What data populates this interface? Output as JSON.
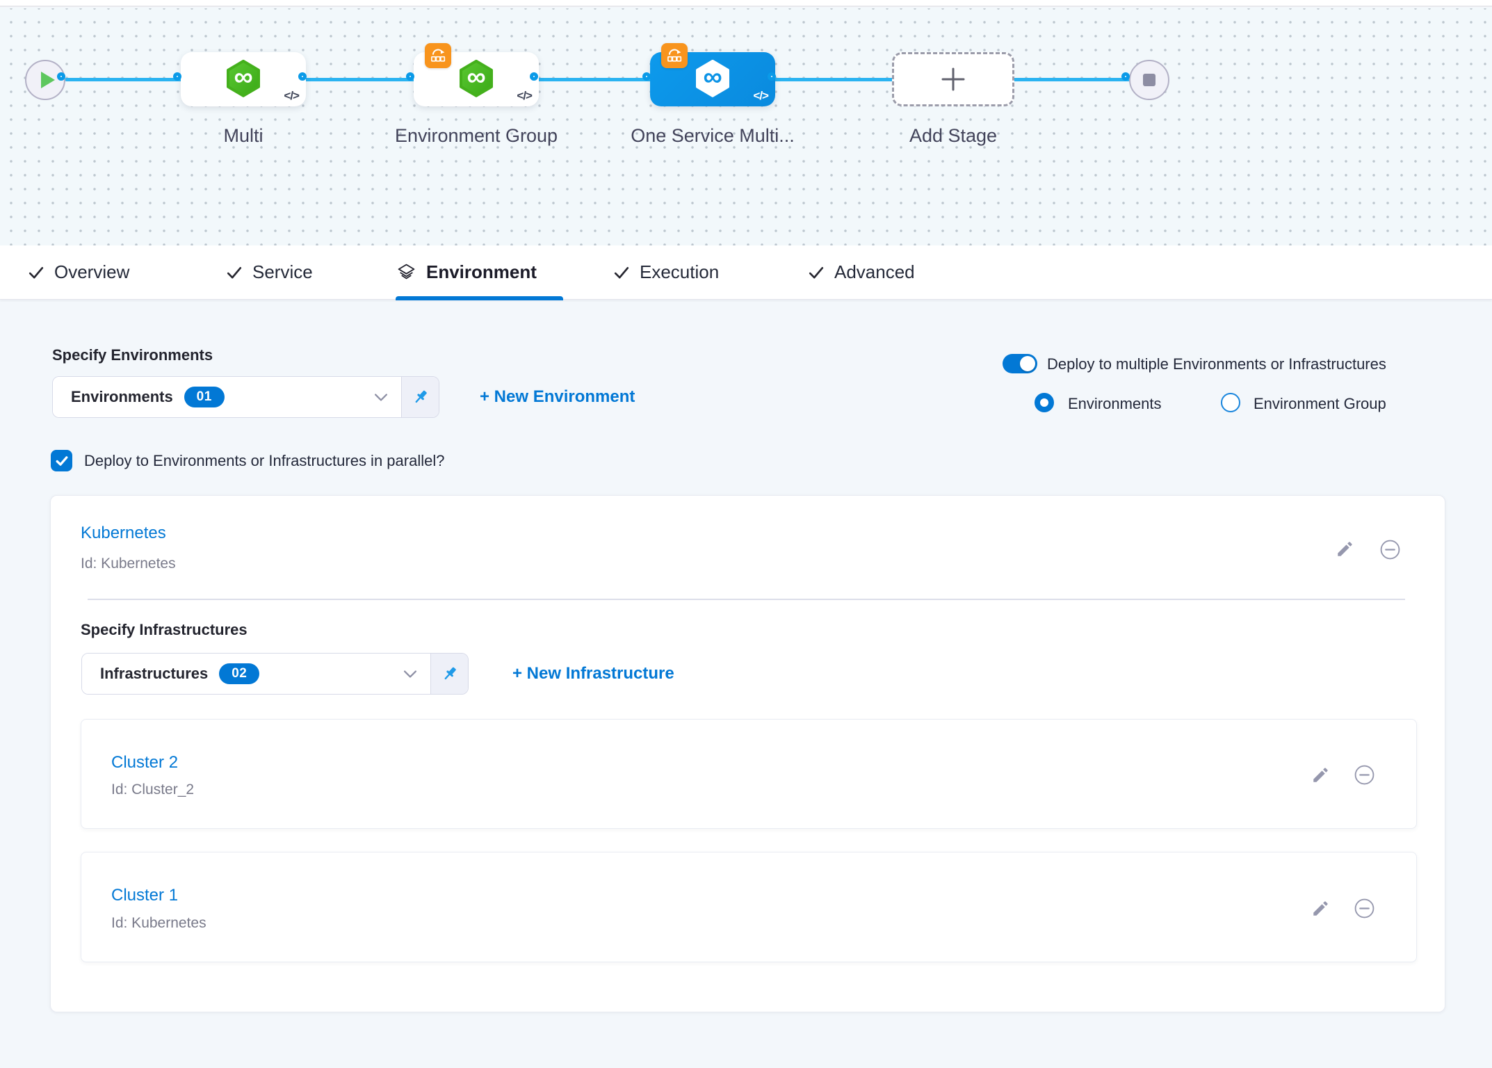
{
  "colors": {
    "primary": "#0278d5",
    "connector": "#2ab3f1",
    "node_selected": "#0b93e6",
    "stage_green": "#48b51f",
    "badge_orange": "#f8941d",
    "icon_grey": "#9597ad"
  },
  "pipeline": {
    "stages": [
      {
        "name": "Multi"
      },
      {
        "name": "Environment Group"
      },
      {
        "name": "One Service Multi..."
      }
    ],
    "add_stage_label": "Add Stage",
    "code_glyph": "</>",
    "infinity_glyph": "∞"
  },
  "tabs": {
    "items": [
      {
        "label": "Overview"
      },
      {
        "label": "Service"
      },
      {
        "label": "Environment"
      },
      {
        "label": "Execution"
      },
      {
        "label": "Advanced"
      }
    ]
  },
  "environment": {
    "specify_environments_label": "Specify Environments",
    "environments_select": {
      "value": "Environments",
      "count": "01"
    },
    "new_environment_label": "+ New Environment",
    "deploy_multiple_label": "Deploy to multiple Environments or Infrastructures",
    "radio_options": [
      {
        "label": "Environments"
      },
      {
        "label": "Environment Group"
      }
    ],
    "parallel_label": "Deploy to Environments or Infrastructures in parallel?",
    "card": {
      "name": "Kubernetes",
      "id": "Id: Kubernetes",
      "specify_infrastructures_label": "Specify Infrastructures",
      "infrastructures_select": {
        "value": "Infrastructures",
        "count": "02"
      },
      "new_infrastructure_label": "+ New Infrastructure",
      "clusters": [
        {
          "name": "Cluster 2",
          "id": "Id: Cluster_2"
        },
        {
          "name": "Cluster 1",
          "id": "Id: Kubernetes"
        }
      ]
    }
  }
}
